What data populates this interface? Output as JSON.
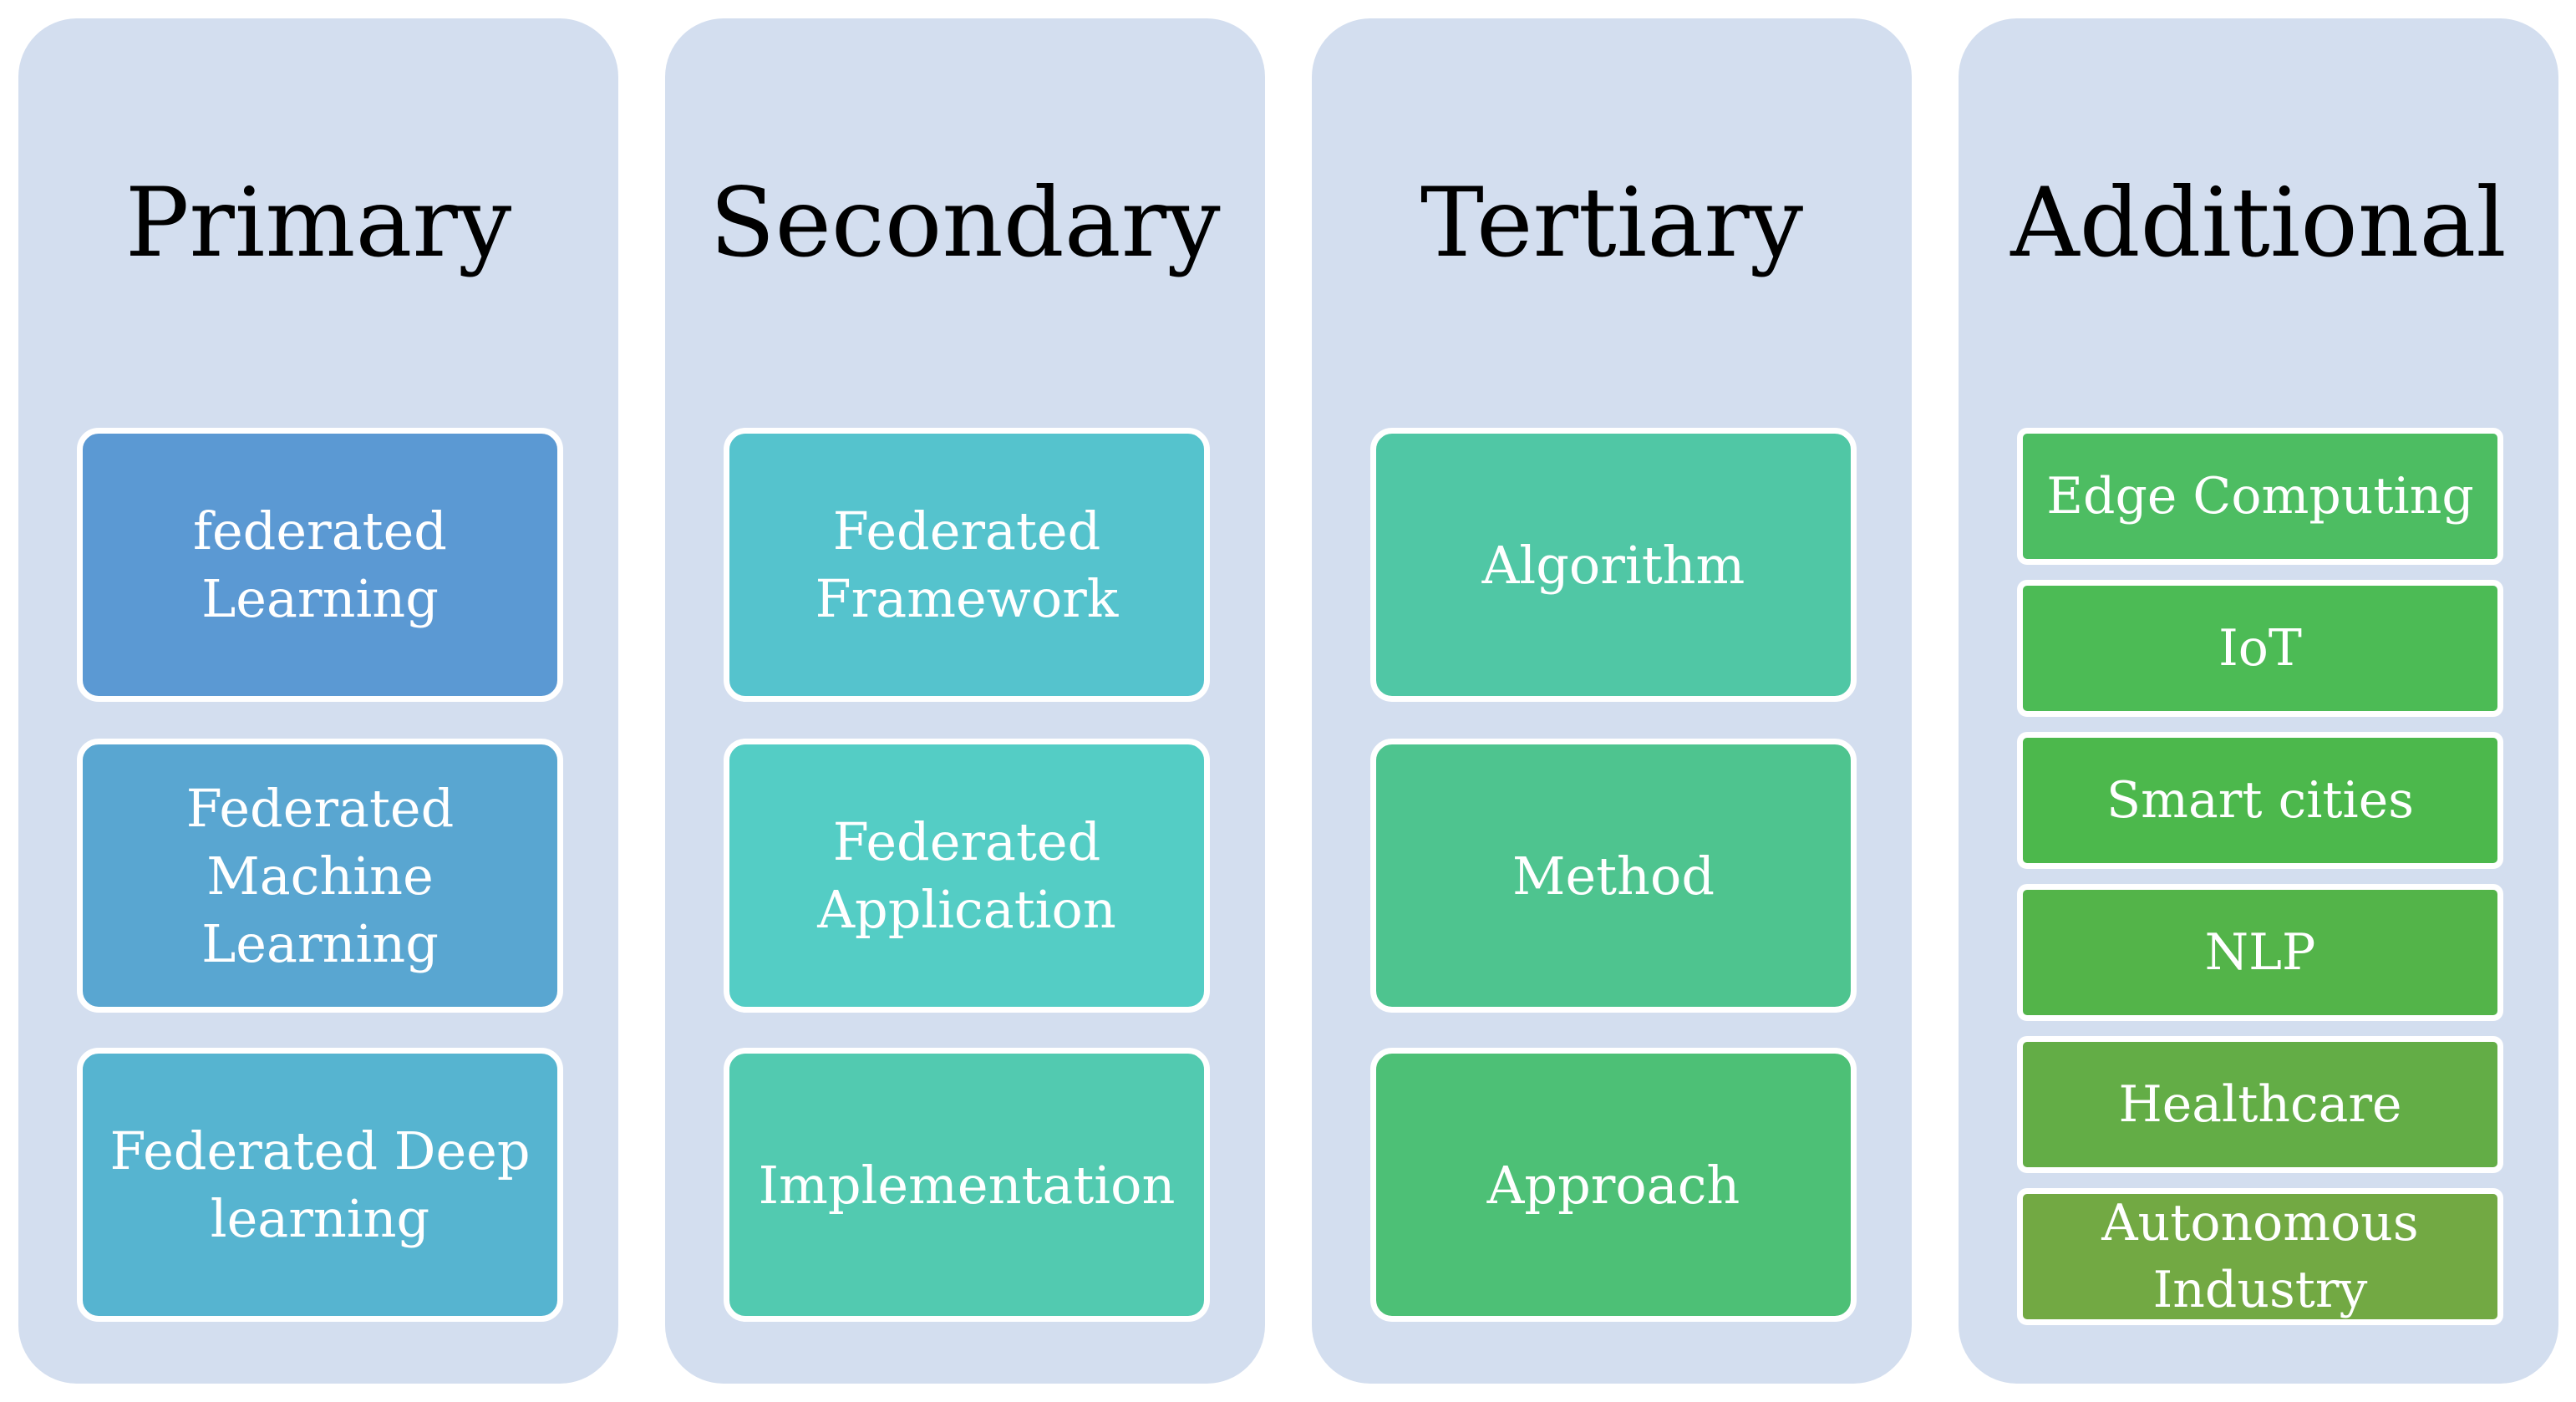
{
  "columns": [
    {
      "title": "Primary",
      "items": [
        {
          "label": "federated Learning",
          "color": "#5b99d3"
        },
        {
          "label": "Federated Machine Learning",
          "color": "#59a6d1"
        },
        {
          "label": "Federated Deep learning",
          "color": "#56b4d0"
        }
      ]
    },
    {
      "title": "Secondary",
      "items": [
        {
          "label": "Federated Framework",
          "color": "#55c3cd"
        },
        {
          "label": "Federated Application",
          "color": "#54cdc5"
        },
        {
          "label": "Implementation",
          "color": "#52cab0"
        }
      ]
    },
    {
      "title": "Tertiary",
      "items": [
        {
          "label": "Algorithm",
          "color": "#50c7a5"
        },
        {
          "label": "Method",
          "color": "#4ec48f"
        },
        {
          "label": "Approach",
          "color": "#4dc076"
        }
      ]
    },
    {
      "title": "Additional",
      "items": [
        {
          "label": "Edge Computing",
          "color": "#4dbd62"
        },
        {
          "label": "IoT",
          "color": "#4cbb55"
        },
        {
          "label": "Smart cities",
          "color": "#4cb84c"
        },
        {
          "label": "NLP",
          "color": "#53b449"
        },
        {
          "label": "Healthcare",
          "color": "#63ad46"
        },
        {
          "label": "Autonomous Industry",
          "color": "#72a943"
        }
      ]
    }
  ]
}
